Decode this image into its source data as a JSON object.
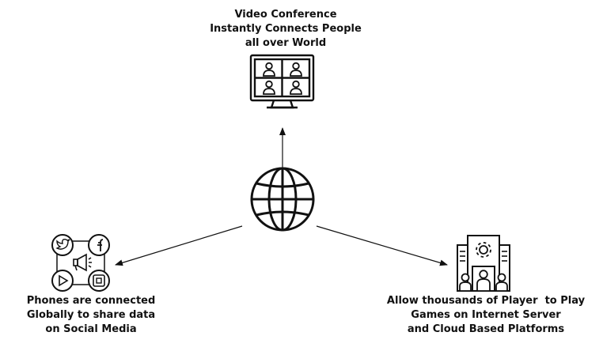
{
  "diagram": {
    "center": {
      "icon": "globe-icon"
    },
    "nodes": [
      {
        "id": "video",
        "icon": "video-conference-monitor-icon",
        "lines": [
          "Video Conference",
          "Instantly Connects People",
          "all over World"
        ]
      },
      {
        "id": "social",
        "icon": "social-media-icon",
        "lines": [
          "Phones are connected",
          "Globally to share data",
          "on Social Media"
        ]
      },
      {
        "id": "gaming",
        "icon": "game-server-building-icon",
        "lines": [
          "Allow thousands of Player  to Play",
          "Games on Internet Server",
          "and Cloud Based Platforms"
        ]
      }
    ],
    "colors": {
      "stroke": "#111111",
      "background": "#ffffff"
    }
  }
}
